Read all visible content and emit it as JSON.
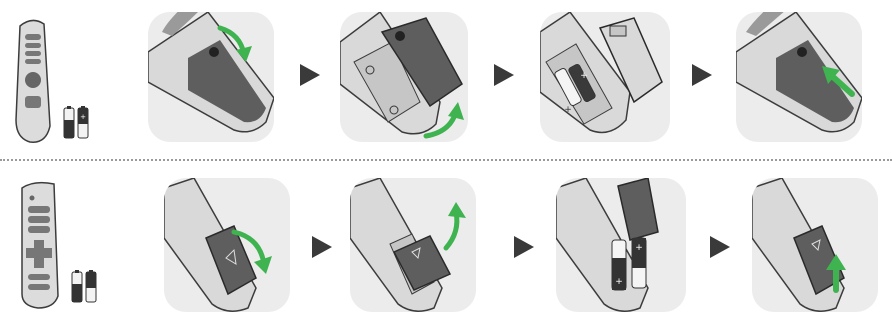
{
  "colors": {
    "panel_bg": "#ececec",
    "remote_body": "#d6d6d6",
    "remote_dark": "#5b5b5b",
    "outline": "#3c3c3c",
    "accent_green": "#3fb34f"
  },
  "rows": [
    {
      "name": "remote-a",
      "steps": [
        "slide-cover-open",
        "lift-cover",
        "insert-batteries",
        "close-cover"
      ]
    },
    {
      "name": "remote-b",
      "steps": [
        "press-release-cover",
        "lift-cover",
        "insert-batteries",
        "close-cover"
      ]
    }
  ],
  "icons": {
    "step_arrow": "play-triangle-icon",
    "motion": "curved-green-arrow-icon",
    "battery": "battery-icon"
  },
  "battery_symbols": {
    "plus": "+",
    "minus": "−"
  }
}
